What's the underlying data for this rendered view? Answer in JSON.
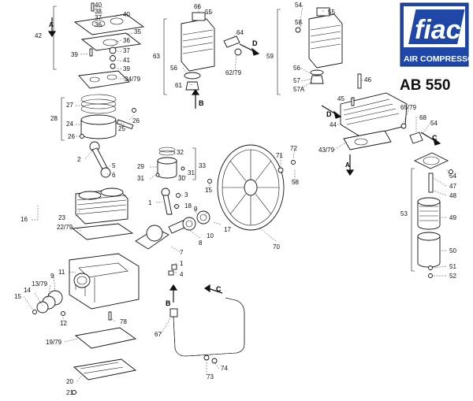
{
  "brand": {
    "logo_text": "fiac",
    "subtitle": "AIR COMPRESSORS",
    "model": "AB 550",
    "colors": {
      "logo_blue": "#1f47a8",
      "accent": "#6e8fd8"
    }
  },
  "arrows": {
    "a1": "A",
    "b1": "B",
    "c1": "C",
    "d1": "D",
    "a2": "A",
    "b2": "B",
    "c2": "C",
    "d2": "D"
  },
  "labels": {
    "p40a": "40",
    "p38": "38",
    "p37a": "37",
    "p36a": "36",
    "p40b": "40",
    "p35": "35",
    "p36b": "36",
    "p37b": "37",
    "p41": "41",
    "p39a": "39",
    "p39b": "39",
    "p34": "34/79",
    "p42": "42",
    "p27": "27",
    "p24": "24",
    "p25": "25",
    "p26a": "26",
    "p26b": "26",
    "p28": "28",
    "p2": "2",
    "p5": "5",
    "p6": "6",
    "p32": "32",
    "p29": "29",
    "p30": "30",
    "p31a": "31",
    "p31b": "31",
    "p33": "33",
    "p3": "3",
    "p1a": "1",
    "p18": "18",
    "p15a": "15",
    "p9a": "9",
    "p10": "10",
    "p8": "8",
    "p17": "17",
    "p7": "7",
    "p1b": "1",
    "p4": "4",
    "p16": "16",
    "p23": "23",
    "p22": "22/79",
    "p11": "11",
    "p9b": "9",
    "p13": "13/79",
    "p14": "14",
    "p15b": "15",
    "p12": "12",
    "p78": "78",
    "p19": "19/79",
    "p20": "20",
    "p21": "21",
    "p70": "70",
    "p71": "71",
    "p72": "72",
    "p58a": "58",
    "p66": "66",
    "p55a": "55",
    "p64": "64",
    "p63": "63",
    "p56a": "56",
    "p62": "62/79",
    "p61": "61",
    "p54a": "54",
    "p55b": "55",
    "p58b": "58",
    "p59": "59",
    "p56b": "56",
    "p57": "57",
    "p57a": "57A",
    "p46": "46",
    "p45": "45",
    "p44": "44",
    "p43": "43/79",
    "p65": "65/79",
    "p68": "68",
    "p54b": "54",
    "p54c": "54",
    "p47": "47",
    "p48": "48",
    "p53": "53",
    "p49": "49",
    "p50": "50",
    "p51": "51",
    "p52": "52",
    "p67": "67",
    "p73": "73",
    "p74": "74"
  }
}
